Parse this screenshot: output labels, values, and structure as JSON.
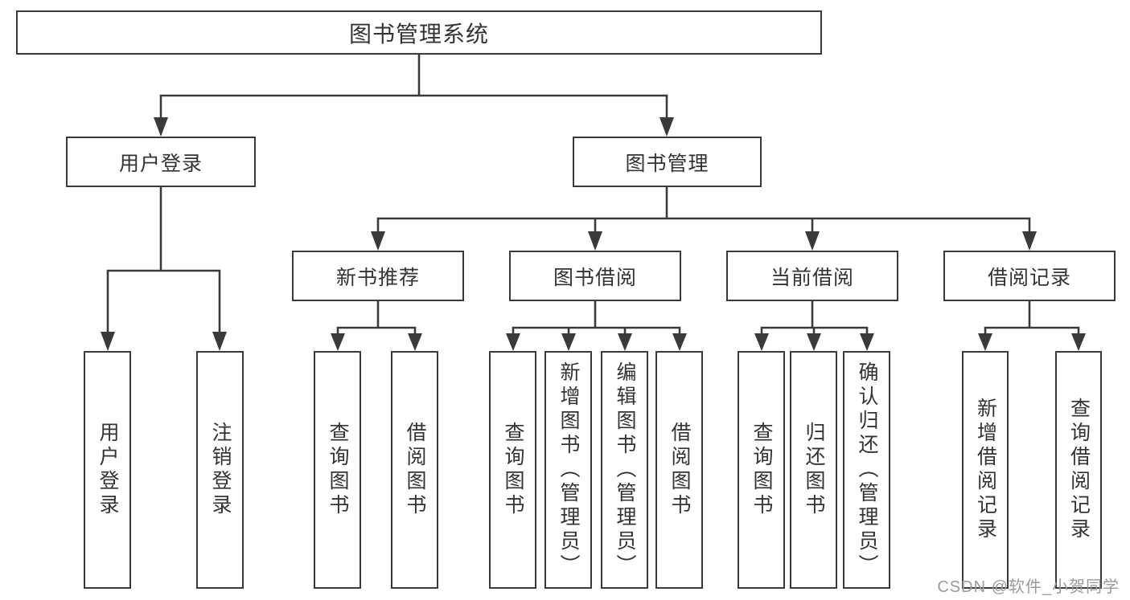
{
  "diagram": {
    "root": {
      "label": "图书管理系统"
    },
    "branches": [
      {
        "label": "用户登录",
        "leaves": [
          {
            "label": "用户登录"
          },
          {
            "label": "注销登录"
          }
        ]
      },
      {
        "label": "图书管理",
        "groups": [
          {
            "label": "新书推荐",
            "leaves": [
              {
                "label": "查询图书"
              },
              {
                "label": "借阅图书"
              }
            ]
          },
          {
            "label": "图书借阅",
            "leaves": [
              {
                "label": "查询图书"
              },
              {
                "label": "新增图书（管理员）"
              },
              {
                "label": "编辑图书（管理员）"
              },
              {
                "label": "借阅图书"
              }
            ]
          },
          {
            "label": "当前借阅",
            "leaves": [
              {
                "label": "查询图书"
              },
              {
                "label": "归还图书"
              },
              {
                "label": "确认归还（管理员）"
              }
            ]
          },
          {
            "label": "借阅记录",
            "leaves": [
              {
                "label": "新增借阅记录"
              },
              {
                "label": "查询借阅记录"
              }
            ]
          }
        ]
      }
    ]
  },
  "watermark": {
    "text": "CSDN @软件_小贺同学"
  },
  "colors": {
    "line": "#3a3a3a",
    "text": "#333333",
    "watermark": "#9b9b9b",
    "background": "#ffffff"
  }
}
